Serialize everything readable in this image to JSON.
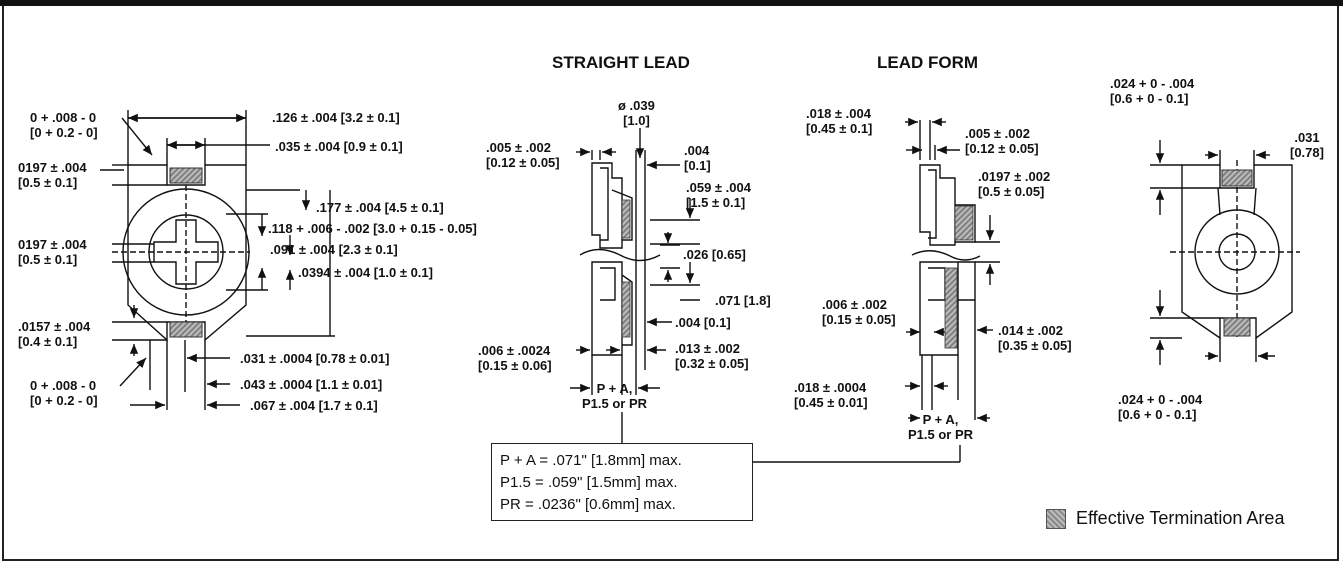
{
  "headers": {
    "straight_lead": "STRAIGHT LEAD",
    "lead_form": "LEAD FORM"
  },
  "front_view": {
    "l1": [
      "0 + .008 - 0",
      "[0 + 0.2 - 0]"
    ],
    "l2": [
      "0197 ± .004",
      "[0.5 ± 0.1]"
    ],
    "l3": [
      "0197 ± .004",
      "[0.5 ± 0.1]"
    ],
    "l4": [
      ".0157 ± .004",
      "[0.4 ± 0.1]"
    ],
    "l5": [
      "0 + .008 - 0",
      "[0 + 0.2 - 0]"
    ],
    "r1": ".126 ± .004 [3.2 ± 0.1]",
    "r2": ".035 ± .004 [0.9 ± 0.1]",
    "r3": ".177 ± .004 [4.5 ± 0.1]",
    "r4": ".118 + .006 - .002 [3.0 + 0.15 - 0.05]",
    "r5": ".091 ± .004 [2.3 ± 0.1]",
    "r6": ".0394 ± .004 [1.0 ± 0.1]",
    "r7": ".031 ± .0004 [0.78 ± 0.01]",
    "r8": ".043 ± .0004 [1.1 ± 0.01]",
    "r9": ".067 ± .004 [1.7 ± 0.1]"
  },
  "straight_lead": {
    "dia": [
      "ø .039",
      "[1.0]"
    ],
    "a": [
      ".005 ± .002",
      "[0.12 ± 0.05]"
    ],
    "b": [
      ".004",
      "[0.1]"
    ],
    "c": [
      ".059 ± .004",
      "[1.5 ± 0.1]"
    ],
    "d": ".026 [0.65]",
    "e": ".071 [1.8]",
    "f": ".004 [0.1]",
    "g": [
      ".006 ± .0024",
      "[0.15 ± 0.06]"
    ],
    "h": [
      ".013 ± .002",
      "[0.32 ± 0.05]"
    ],
    "p": [
      "P + A,",
      "P1.5 or PR"
    ]
  },
  "lead_form": {
    "a": [
      ".018 ± .004",
      "[0.45 ± 0.1]"
    ],
    "b": [
      ".005 ± .002",
      "[0.12 ± 0.05]"
    ],
    "c": [
      ".0197 ± .002",
      "[0.5 ± 0.05]"
    ],
    "d": [
      ".006 ± .002",
      "[0.15 ± 0.05]"
    ],
    "e": [
      ".014 ± .002",
      "[0.35 ± 0.05]"
    ],
    "f": [
      ".018 ± .0004",
      "[0.45 ± 0.01]"
    ],
    "p": [
      "P + A,",
      "P1.5 or PR"
    ]
  },
  "back_view": {
    "a": [
      ".024 + 0 - .004",
      "[0.6 + 0 - 0.1]"
    ],
    "b": [
      ".031",
      "[0.78]"
    ],
    "c": [
      ".024 + 0 - .004",
      "[0.6 + 0 - 0.1]"
    ]
  },
  "notes": [
    "P + A = .071\" [1.8mm] max.",
    "P1.5 = .059\" [1.5mm] max.",
    "PR  = .0236\" [0.6mm] max."
  ],
  "legend": "Effective Termination Area",
  "colors": {
    "ink": "#111111",
    "termination": "#9a9a9a"
  }
}
